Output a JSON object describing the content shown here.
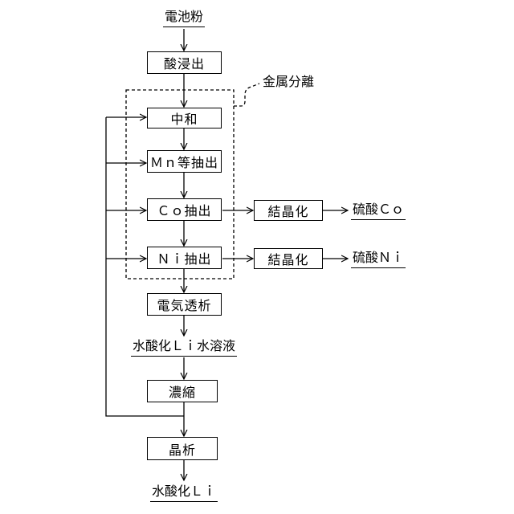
{
  "diagram": {
    "input": "電池粉",
    "steps": {
      "acid_leach": "酸浸出",
      "neutralization": "中和",
      "mn_extraction": "Ｍｎ等抽出",
      "co_extraction": "Ｃｏ抽出",
      "ni_extraction": "Ｎｉ抽出",
      "electrodialysis": "電気透析",
      "concentration": "濃縮",
      "crystallization": "晶析",
      "co_crystallization": "結晶化",
      "ni_crystallization": "結晶化"
    },
    "group_label": "金属分離",
    "intermediate": "水酸化Ｌｉ水溶液",
    "outputs": {
      "cobalt_sulfate": "硫酸Ｃｏ",
      "nickel_sulfate": "硫酸Ｎｉ",
      "lithium_hydroxide": "水酸化Ｌｉ"
    }
  }
}
